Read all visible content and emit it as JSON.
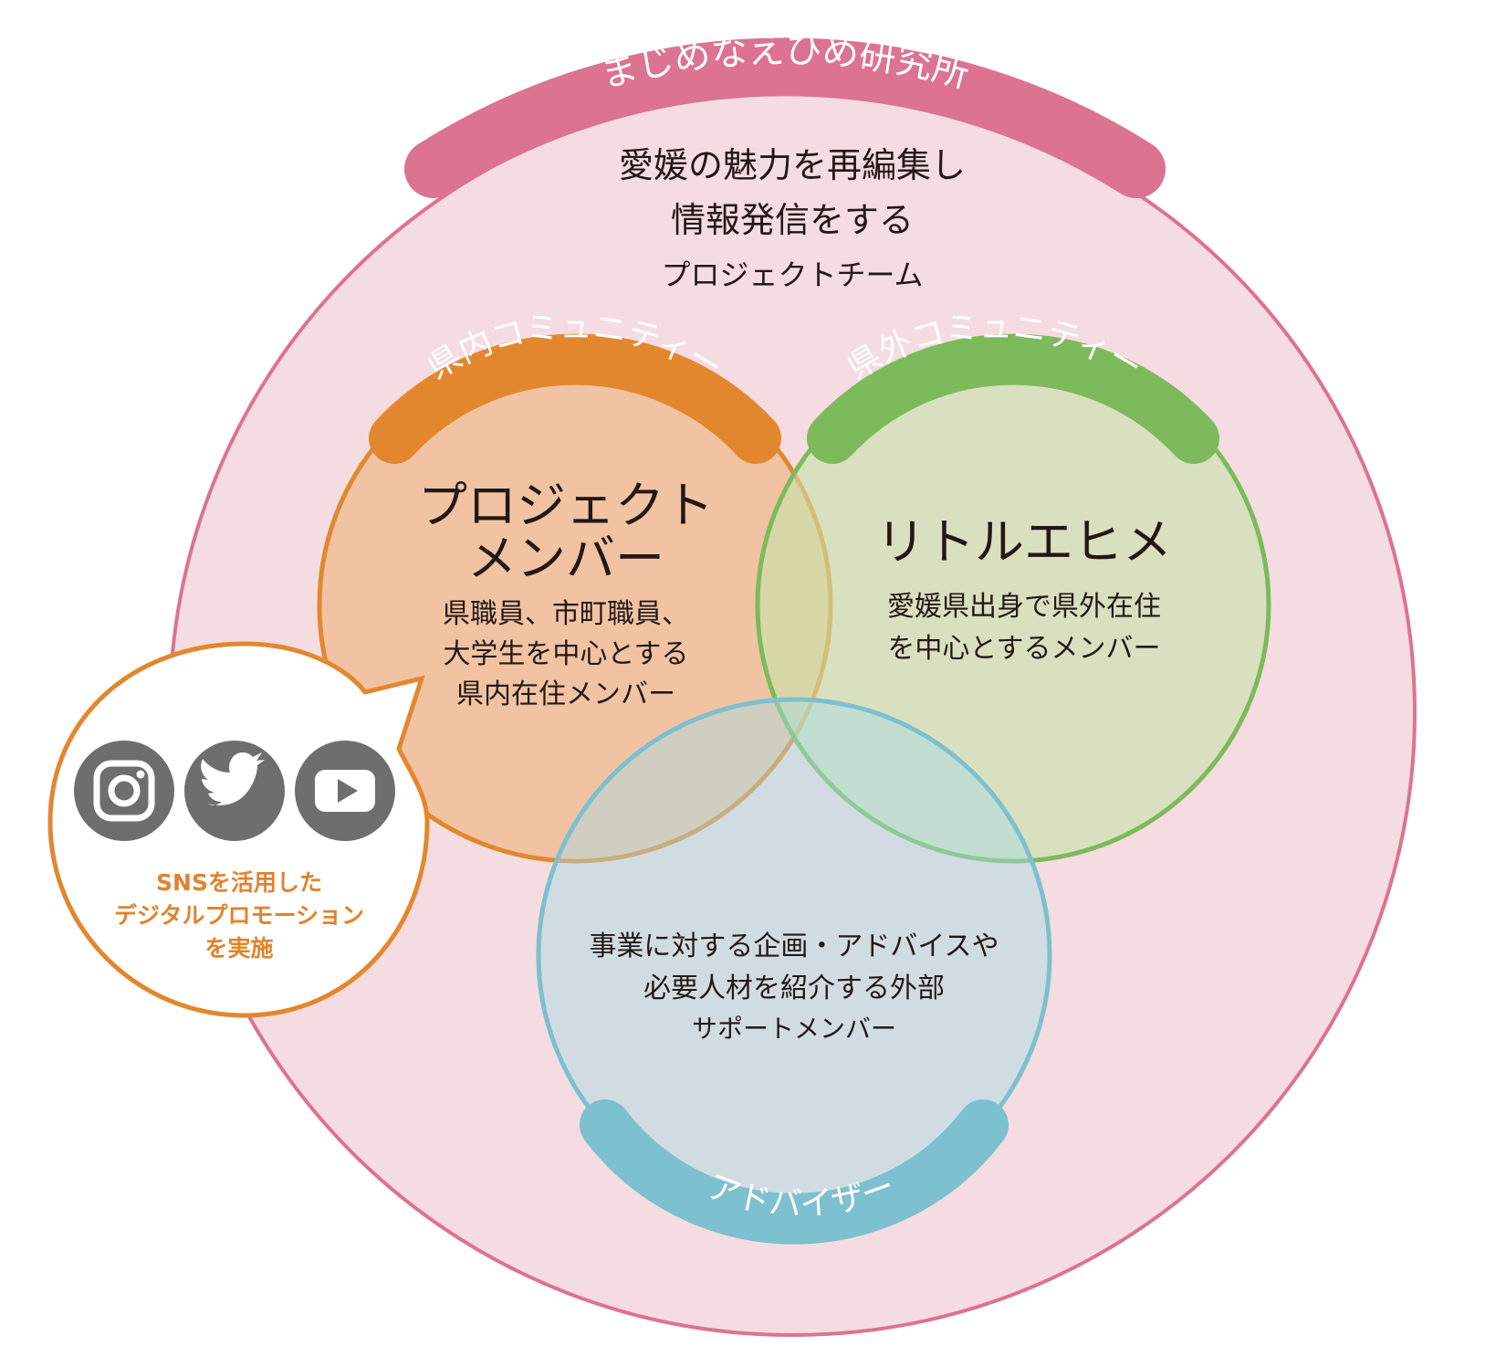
{
  "outer": {
    "banner_label": "まじめなえひめ研究所",
    "description_lines": [
      "愛媛の魅力を再編集し",
      "情報発信をする",
      "プロジェクトチーム"
    ]
  },
  "circles": {
    "in_pref": {
      "banner_label": "県内コミュニティー",
      "title_lines": [
        "プロジェクト",
        "メンバー"
      ],
      "body_lines": [
        "県職員、市町職員、",
        "大学生を中心とする",
        "県内在住メンバー"
      ]
    },
    "out_pref": {
      "banner_label": "県外コミュニティー",
      "title_lines": [
        "リトルエヒメ"
      ],
      "body_lines": [
        "愛媛県出身で県外在住",
        "を中心とするメンバー"
      ]
    },
    "advisor": {
      "banner_label": "アドバイザー",
      "body_lines": [
        "事業に対する企画・アドバイスや",
        "必要人材を紹介する外部",
        "サポートメンバー"
      ]
    }
  },
  "sns_callout": {
    "icons": [
      "instagram-icon",
      "twitter-icon",
      "youtube-icon"
    ],
    "lines": [
      "SNSを活用した",
      "デジタルプロモーション",
      "を実施"
    ]
  },
  "colors": {
    "outer_stroke": "#dc7390",
    "outer_fill": "#f5dce0",
    "orange": "#e3872f",
    "orange_fill": "#f2cfa4",
    "green": "#7dba5c",
    "green_fill": "#dce7c8",
    "blue": "#7dc0cf",
    "blue_fill": "#cfe4ea",
    "icon_gray": "#6e6e6e"
  }
}
